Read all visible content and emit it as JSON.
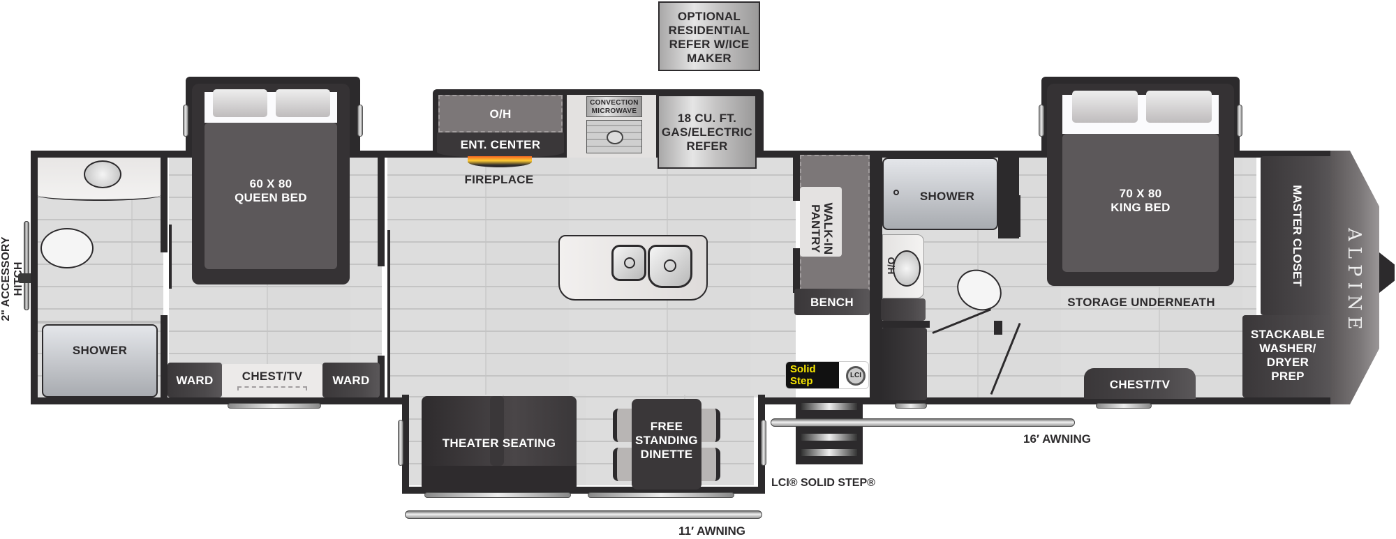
{
  "floorplan": {
    "brand": "ALPINE",
    "hitch_label": "2\" ACCESSORY HITCH",
    "rear_bath": {
      "shower_label": "SHOWER"
    },
    "rear_bedroom": {
      "bed_label_line1": "60 X 80",
      "bed_label_line2": "QUEEN BED",
      "ward_left": "WARD",
      "chest_tv": "CHEST/TV",
      "ward_right": "WARD"
    },
    "kitchen": {
      "optional_refer_line1": "OPTIONAL",
      "optional_refer_line2": "RESIDENTIAL",
      "optional_refer_line3": "REFER W/ICE",
      "optional_refer_line4": "MAKER",
      "oh_label": "O/H",
      "ent_center_label": "ENT. CENTER",
      "fireplace_label": "FIREPLACE",
      "microwave_line1": "CONVECTION",
      "microwave_line2": "MICROWAVE",
      "refer_line1": "18 CU. FT.",
      "refer_line2": "GAS/ELECTRIC",
      "refer_line3": "REFER"
    },
    "living": {
      "theater_seating": "THEATER SEATING",
      "dinette_line1": "FREE",
      "dinette_line2": "STANDING",
      "dinette_line3": "DINETTE"
    },
    "pantry": {
      "pantry_line1": "WALK-IN",
      "pantry_line2": "PANTRY",
      "bench_label": "BENCH"
    },
    "entry": {
      "solid_step_badge_line1": "Solid",
      "solid_step_badge_line2": "Step",
      "lci_logo": "LCI",
      "step_label": "LCI® SOLID STEP®"
    },
    "master_bath": {
      "shower_label": "SHOWER",
      "oh_label": "O/H"
    },
    "master_bedroom": {
      "bed_label_line1": "70 X 80",
      "bed_label_line2": "KING BED",
      "storage_label": "STORAGE UNDERNEATH",
      "chest_tv": "CHEST/TV",
      "closet_label": "MASTER CLOSET",
      "washer_line1": "STACKABLE",
      "washer_line2": "WASHER/",
      "washer_line3": "DRYER",
      "washer_line4": "PREP"
    },
    "awnings": {
      "rear_awning": "11′  AWNING",
      "front_awning": "16′  AWNING"
    }
  },
  "colors": {
    "wall": "#2c2a2c",
    "floor": "#d9d9d9",
    "dark_furniture": "#3a3739",
    "bed_top": "#5c585a",
    "badge_yellow": "#f7e600"
  }
}
